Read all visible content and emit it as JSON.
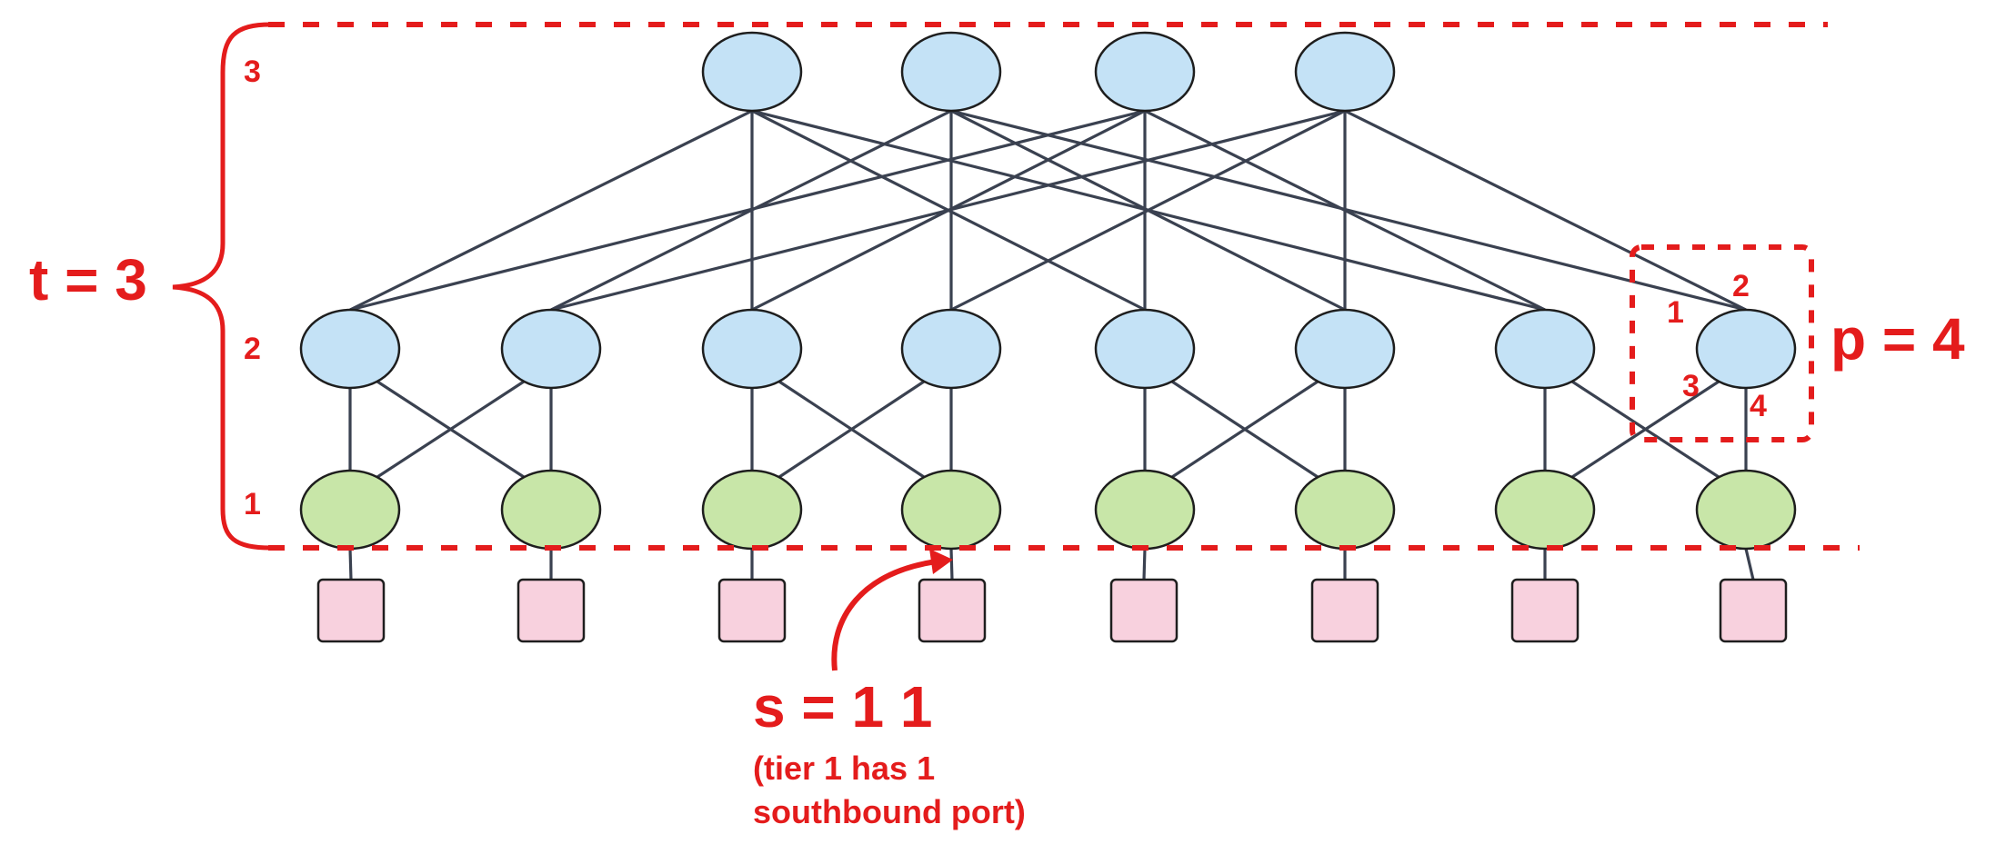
{
  "diagram": {
    "tier_labels": [
      "3",
      "2",
      "1"
    ],
    "t_label": "t = 3",
    "p_label": "p = 4",
    "s_label": "s = 1 1",
    "note_line1": "(tier 1 has 1",
    "note_line2": "southbound port)",
    "port_labels": [
      "1",
      "2",
      "3",
      "4"
    ]
  },
  "counts": {
    "tier3": 4,
    "tier2": 8,
    "tier1": 8,
    "hosts": 8
  },
  "colors": {
    "annotation": "#e41c1c",
    "tier3_fill": "#c4e2f6",
    "tier2_fill": "#c4e2f6",
    "tier1_fill": "#c8e6a8",
    "host_fill": "#f8d1de",
    "link": "#3a4150"
  },
  "edges": {
    "tier3_to_tier2": [
      [
        0,
        0
      ],
      [
        0,
        2
      ],
      [
        0,
        4
      ],
      [
        0,
        6
      ],
      [
        1,
        1
      ],
      [
        1,
        3
      ],
      [
        1,
        5
      ],
      [
        1,
        7
      ],
      [
        2,
        0
      ],
      [
        2,
        2
      ],
      [
        2,
        4
      ],
      [
        2,
        6
      ],
      [
        3,
        1
      ],
      [
        3,
        3
      ],
      [
        3,
        5
      ],
      [
        3,
        7
      ]
    ],
    "tier2_to_tier1_groups": 4
  }
}
